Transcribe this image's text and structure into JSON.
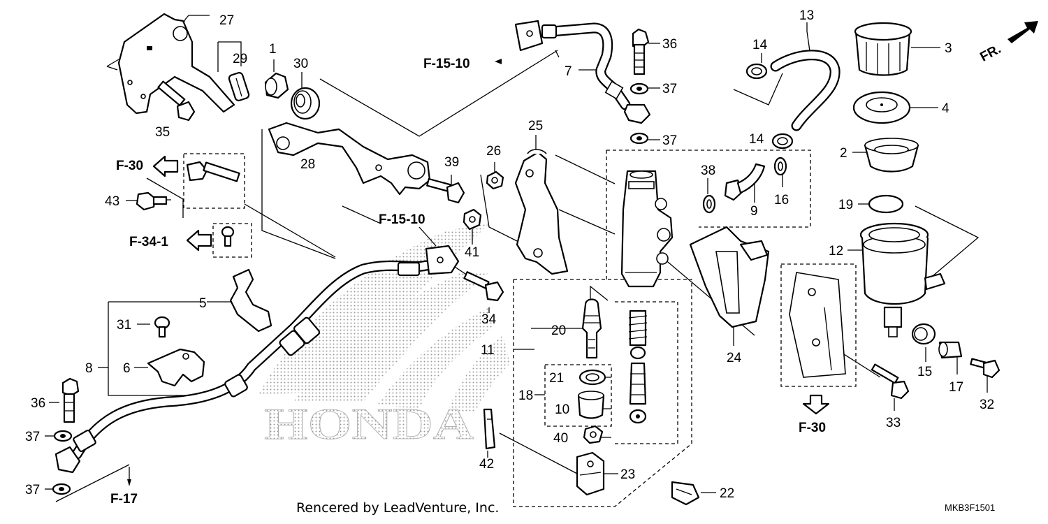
{
  "callouts": [
    {
      "id": "c1",
      "text": "1"
    },
    {
      "id": "c2",
      "text": "2"
    },
    {
      "id": "c3",
      "text": "3"
    },
    {
      "id": "c4",
      "text": "4"
    },
    {
      "id": "c5",
      "text": "5"
    },
    {
      "id": "c6",
      "text": "6"
    },
    {
      "id": "c7",
      "text": "7"
    },
    {
      "id": "c8",
      "text": "8"
    },
    {
      "id": "c9",
      "text": "9"
    },
    {
      "id": "c10",
      "text": "10"
    },
    {
      "id": "c11",
      "text": "11"
    },
    {
      "id": "c12",
      "text": "12"
    },
    {
      "id": "c13",
      "text": "13"
    },
    {
      "id": "c14a",
      "text": "14"
    },
    {
      "id": "c14b",
      "text": "14"
    },
    {
      "id": "c15",
      "text": "15"
    },
    {
      "id": "c16",
      "text": "16"
    },
    {
      "id": "c17",
      "text": "17"
    },
    {
      "id": "c18",
      "text": "18"
    },
    {
      "id": "c19",
      "text": "19"
    },
    {
      "id": "c20",
      "text": "20"
    },
    {
      "id": "c21",
      "text": "21"
    },
    {
      "id": "c22",
      "text": "22"
    },
    {
      "id": "c23",
      "text": "23"
    },
    {
      "id": "c24",
      "text": "24"
    },
    {
      "id": "c25",
      "text": "25"
    },
    {
      "id": "c26",
      "text": "26"
    },
    {
      "id": "c27",
      "text": "27"
    },
    {
      "id": "c28",
      "text": "28"
    },
    {
      "id": "c29",
      "text": "29"
    },
    {
      "id": "c30",
      "text": "30"
    },
    {
      "id": "c31",
      "text": "31"
    },
    {
      "id": "c32",
      "text": "32"
    },
    {
      "id": "c33",
      "text": "33"
    },
    {
      "id": "c34",
      "text": "34"
    },
    {
      "id": "c35",
      "text": "35"
    },
    {
      "id": "c36a",
      "text": "36"
    },
    {
      "id": "c36b",
      "text": "36"
    },
    {
      "id": "c37a",
      "text": "37"
    },
    {
      "id": "c37b",
      "text": "37"
    },
    {
      "id": "c37c",
      "text": "37"
    },
    {
      "id": "c37d",
      "text": "37"
    },
    {
      "id": "c38",
      "text": "38"
    },
    {
      "id": "c39",
      "text": "39"
    },
    {
      "id": "c40",
      "text": "40"
    },
    {
      "id": "c41",
      "text": "41"
    },
    {
      "id": "c42",
      "text": "42"
    },
    {
      "id": "c43",
      "text": "43"
    }
  ],
  "references": [
    {
      "id": "r1",
      "text": "F-15-10"
    },
    {
      "id": "r2",
      "text": "F-15-10"
    },
    {
      "id": "r3",
      "text": "F-30"
    },
    {
      "id": "r4",
      "text": "F-34-1"
    },
    {
      "id": "r5",
      "text": "F-30"
    },
    {
      "id": "r6",
      "text": "F-17"
    }
  ],
  "front_marker": "FR.",
  "watermark": "HONDA",
  "credit": "Rencered by LeadVenture, Inc.",
  "diagram_code": "MKB3F1501",
  "colors": {
    "ink": "#000000",
    "paper": "#ffffff",
    "watermark": "#b0b0b0"
  }
}
